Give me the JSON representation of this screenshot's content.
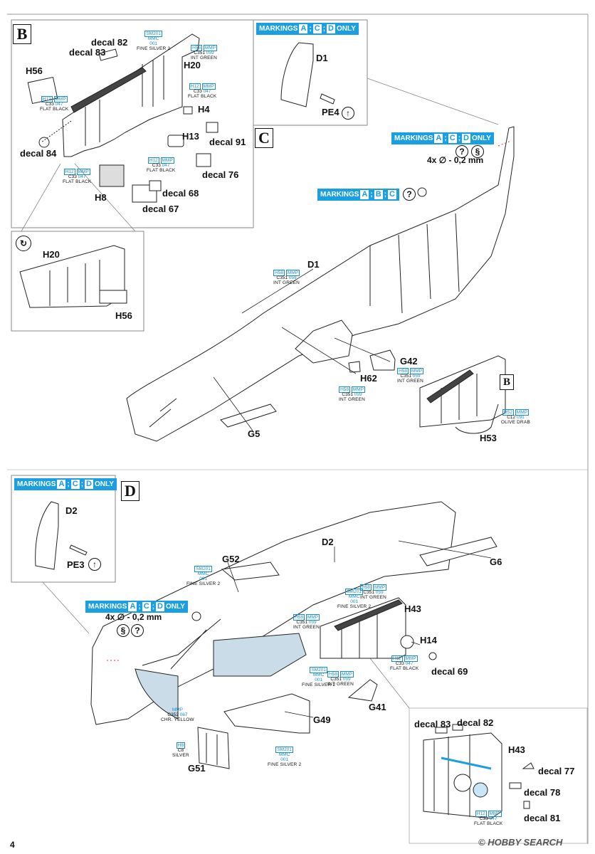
{
  "page": {
    "number": "4"
  },
  "watermark": "HOBBY SEARCH",
  "watermark_mark": "©",
  "markings": {
    "prefix": "MARKINGS",
    "suffix": "ONLY",
    "acd": [
      "A",
      "C",
      "D"
    ],
    "abc": [
      "A",
      "B",
      "C"
    ]
  },
  "icons": {
    "question": "?",
    "repeat": "↻",
    "snap": "§",
    "thin": "∅"
  },
  "note_drill": {
    "text": "4x",
    "mm": "- 0,2 mm"
  },
  "steps": {
    "b": "B",
    "c": "C",
    "d": "D",
    "b_ref": "B"
  },
  "paints": {
    "h58": {
      "code1": "H58",
      "code2": "MMP",
      "c": "C351",
      "n": "059",
      "name": "INT GREEN"
    },
    "h12": {
      "code1": "H12",
      "code2": "MMP",
      "c": "C33",
      "n": "047",
      "name": "FLAT BLACK"
    },
    "sm201": {
      "code1": "SM201",
      "code2": "MMC",
      "c": "",
      "n": "001",
      "name": "FINE SILVER 2"
    },
    "h52": {
      "code1": "H52",
      "code2": "MMP",
      "c": "C12",
      "n": "091",
      "name": "OLIVE DRAB"
    },
    "h8": {
      "code1": "H8",
      "code2": "",
      "c": "C8",
      "n": "",
      "name": "SILVER"
    },
    "chr": {
      "code1": "",
      "code2": "MMP",
      "c": "C352",
      "n": "067",
      "name": "CHR. YELLOW"
    }
  },
  "parts": {
    "b": {
      "h20": "H20",
      "h56": "H56",
      "h4": "H4",
      "h13": "H13",
      "h8": "H8",
      "d82": "decal 82",
      "d83": "decal 83",
      "d84": "decal 84",
      "d91": "decal 91",
      "d76": "decal 76",
      "d68": "decal 68",
      "d67": "decal 67"
    },
    "rot": {
      "h20": "H20",
      "h56": "H56"
    },
    "c_inset": {
      "d1": "D1",
      "pe4": "PE4"
    },
    "c": {
      "d1": "D1",
      "g42": "G42",
      "h62": "H62",
      "g5": "G5",
      "h53": "H53"
    },
    "d_inset": {
      "d2": "D2",
      "pe3": "PE3"
    },
    "d": {
      "d2": "D2",
      "g6": "G6",
      "g52": "G52",
      "h43": "H43",
      "h14": "H14",
      "d69": "decal 69",
      "g41": "G41",
      "g49": "G49",
      "g51": "G51"
    },
    "d_detail": {
      "d83": "decal 83",
      "d82": "decal 82",
      "h43": "H43",
      "d77": "decal 77",
      "d78": "decal 78",
      "d81": "decal 81"
    }
  }
}
